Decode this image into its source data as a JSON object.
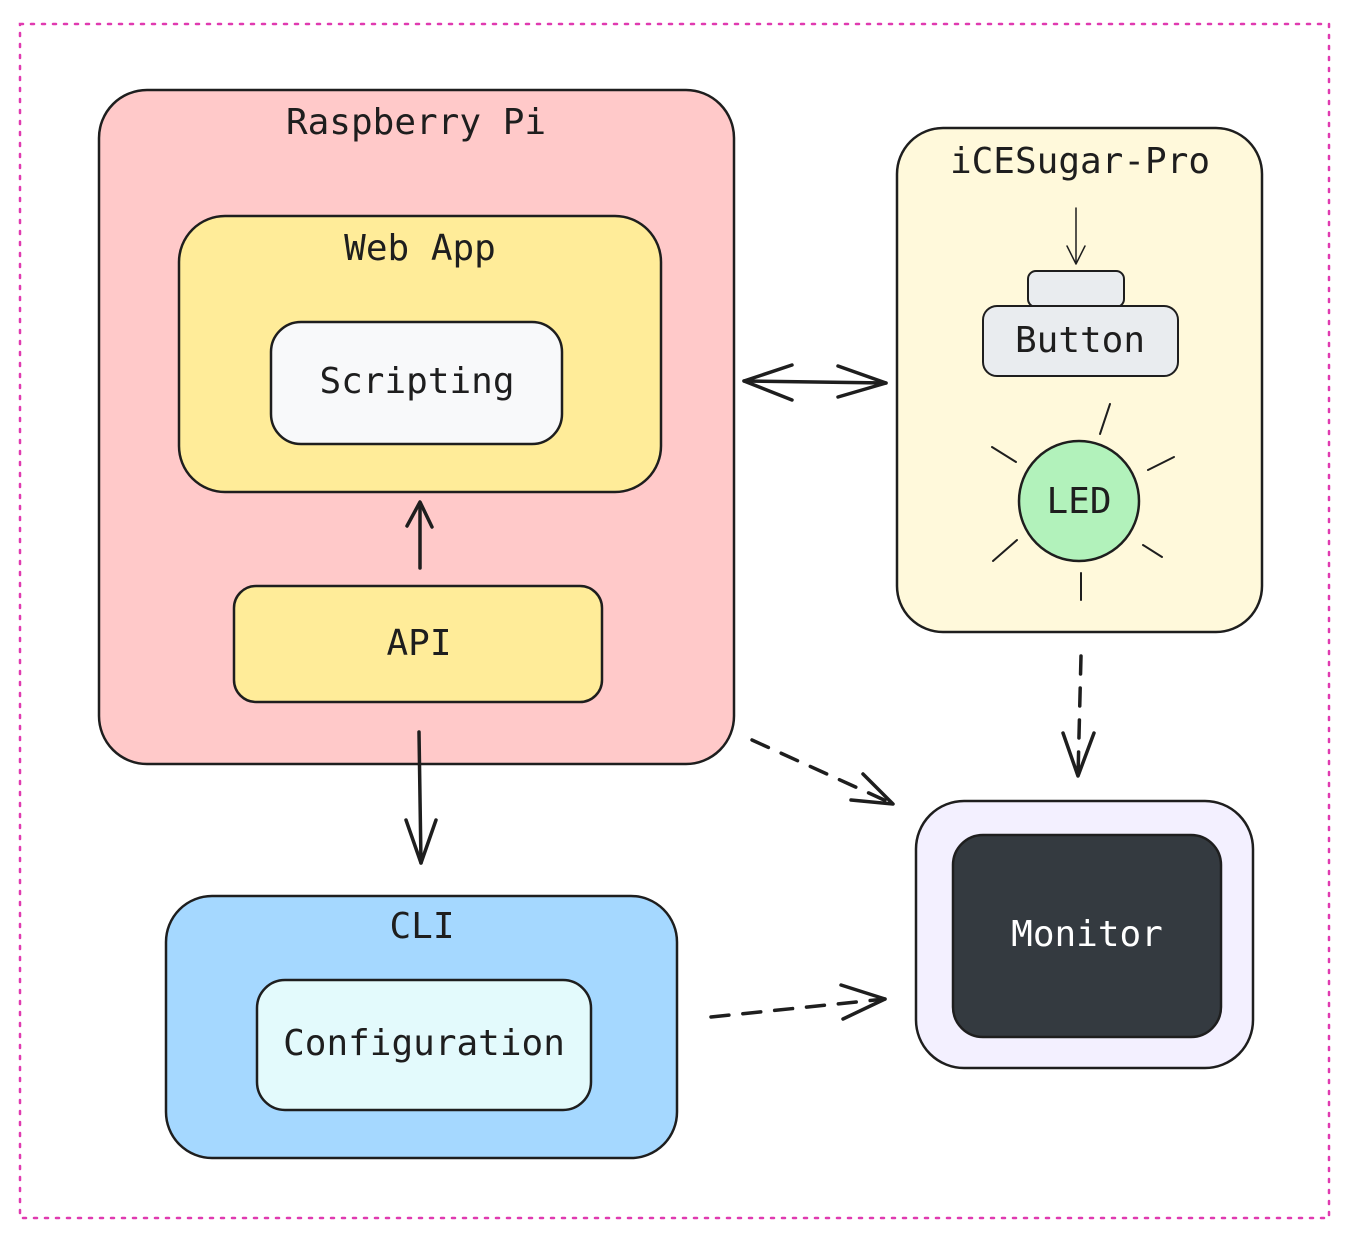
{
  "colors": {
    "frame_border": "#e03ab0",
    "raspberry_pi_fill": "#ffc9c9",
    "web_app_fill": "#ffec99",
    "api_fill": "#ffec99",
    "scripting_fill": "#f8f9fa",
    "icesugar_fill": "#fff9db",
    "button_fill": "#e9ecef",
    "led_fill": "#b2f2bb",
    "cli_fill": "#a5d8ff",
    "configuration_fill": "#e3fafc",
    "monitor_bezel_fill": "#f3f0ff",
    "monitor_screen_fill": "#343a40",
    "monitor_text": "#ffffff",
    "stroke": "#1e1e1e"
  },
  "nodes": {
    "raspberry_pi": {
      "label": "Raspberry Pi"
    },
    "web_app": {
      "label": "Web App"
    },
    "scripting": {
      "label": "Scripting"
    },
    "api": {
      "label": "API"
    },
    "icesugar_pro": {
      "label": "iCESugar-Pro"
    },
    "button": {
      "label": "Button"
    },
    "led": {
      "label": "LED"
    },
    "cli": {
      "label": "CLI"
    },
    "configuration": {
      "label": "Configuration"
    },
    "monitor": {
      "label": "Monitor"
    }
  },
  "edges": [
    {
      "from": "api",
      "to": "web_app",
      "style": "solid"
    },
    {
      "from": "raspberry_pi",
      "to": "icesugar_pro",
      "style": "solid",
      "bidirectional": true
    },
    {
      "from": "api",
      "to": "cli",
      "style": "solid"
    },
    {
      "from": "raspberry_pi",
      "to": "monitor",
      "style": "dashed"
    },
    {
      "from": "icesugar_pro",
      "to": "monitor",
      "style": "dashed"
    },
    {
      "from": "cli",
      "to": "monitor",
      "style": "dashed"
    }
  ],
  "icons": {
    "button_press": "down-arrow-icon",
    "led_glow": "light-rays-icon"
  }
}
